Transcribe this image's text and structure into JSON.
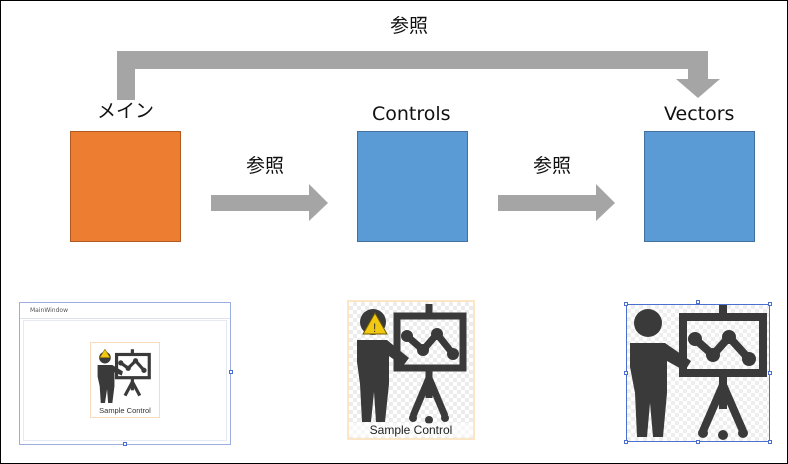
{
  "diagram": {
    "top_reference_label": "参照",
    "nodes": {
      "main": {
        "label": "メイン",
        "color": "#ED7D31"
      },
      "controls": {
        "label": "Controls",
        "color": "#5B9BD5"
      },
      "vectors": {
        "label": "Vectors",
        "color": "#5B9BD5"
      }
    },
    "arrows": {
      "main_to_controls": {
        "label": "参照"
      },
      "controls_to_vectors": {
        "label": "参照"
      }
    },
    "arrow_color": "#A5A5A5"
  },
  "previews": {
    "main_window": {
      "title": "MainWindow",
      "caption": "Sample Control",
      "icon": "presenter-icon"
    },
    "controls": {
      "caption": "Sample Control",
      "icon": "presenter-icon"
    },
    "vectors": {
      "icon": "presenter-icon"
    }
  }
}
